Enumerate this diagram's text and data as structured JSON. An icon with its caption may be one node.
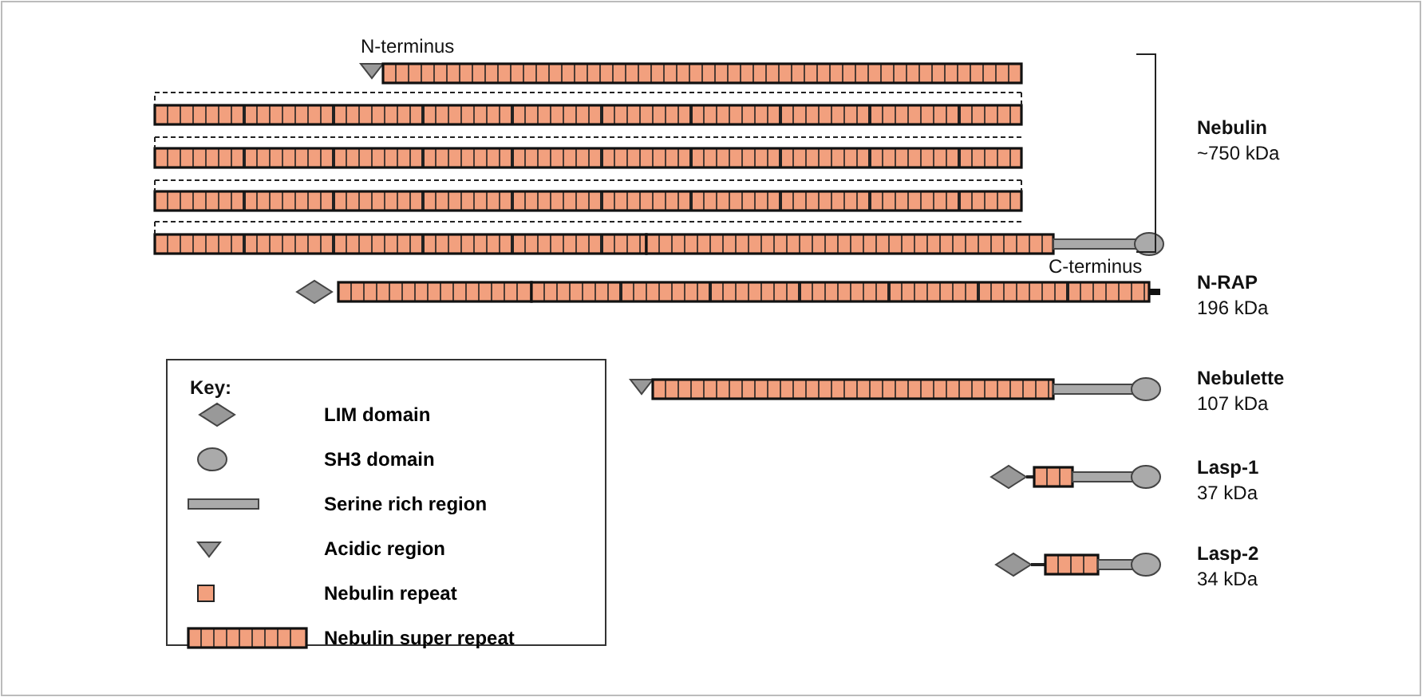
{
  "diagram": {
    "labels": [
      "N-terminus",
      "Nebulin",
      "~750 kDa",
      "C-terminus",
      "N-RAP",
      "196 kDa",
      "Key:",
      "Nebulette",
      "107 kDa",
      "Lasp-1",
      "37 kDa",
      "Lasp-2",
      "34 kDa"
    ],
    "legend": [
      {
        "text": "LIM domain"
      },
      {
        "text": "SH3 domain"
      },
      {
        "text": "Serine rich region"
      },
      {
        "text": "Acidic region"
      },
      {
        "text": "Nebulin repeat"
      },
      {
        "text": "Nebulin super repeat"
      }
    ]
  }
}
